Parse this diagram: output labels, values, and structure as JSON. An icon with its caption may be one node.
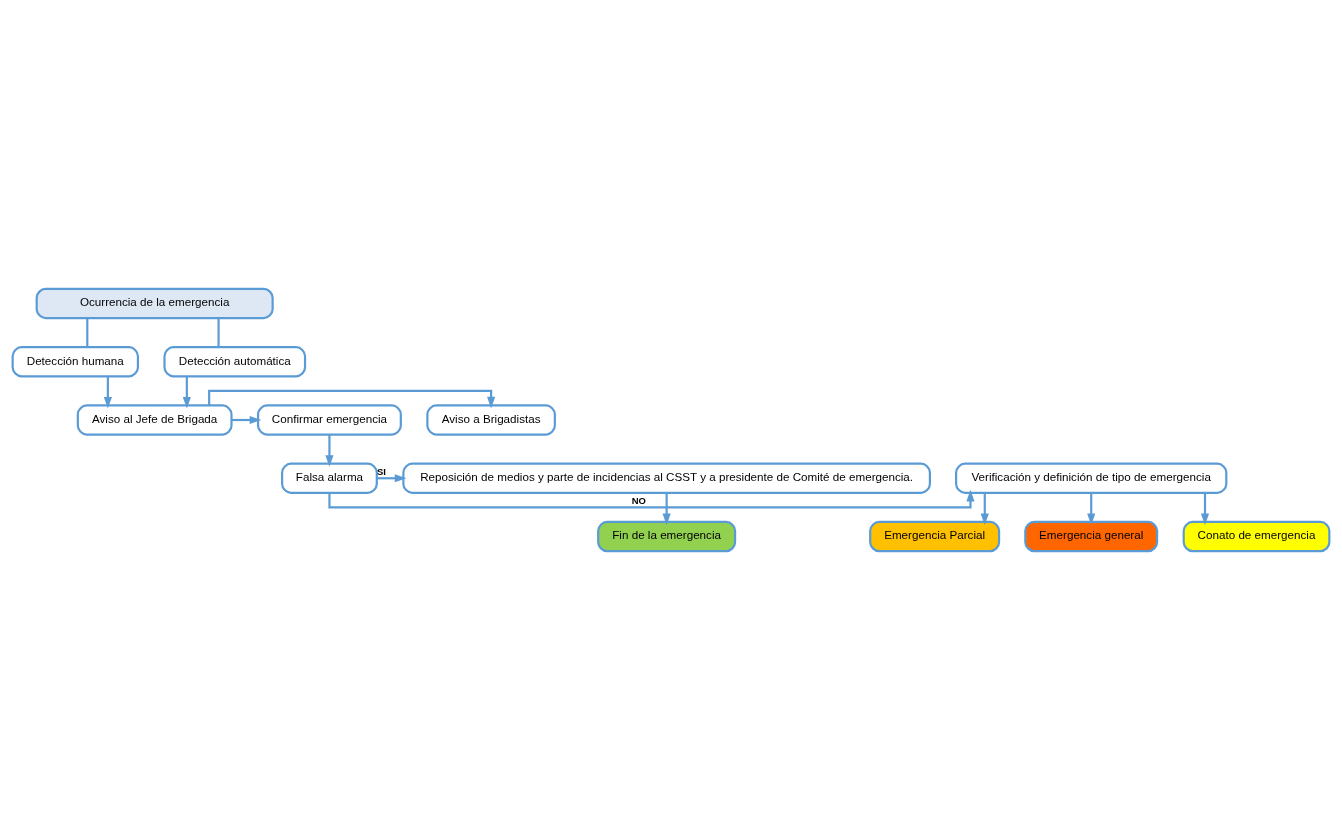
{
  "diagram": {
    "nodes": [
      {
        "text": [
          "Ocurrencia de la emergencia"
        ]
      },
      {
        "text": [
          "Detección humana"
        ]
      },
      {
        "text": [
          "Detección automática"
        ]
      },
      {
        "text": [
          "Aviso a Brigadistas"
        ]
      },
      {
        "text": [
          "Aviso al Jefe de Brigada"
        ]
      },
      {
        "text": [
          "Confirmar emergencia"
        ]
      },
      {
        "text": [
          "Verificación y definición de tipo de emergencia"
        ]
      },
      {
        "text": [
          "Falsa alarma"
        ]
      },
      {
        "text": [
          "Reposición de medios y parte de incidencias al CSST y a presidente de Comité de emergencia."
        ]
      },
      {
        "text": [
          "Conato de emergencia"
        ]
      },
      {
        "text": [
          "Emergencia Parcial"
        ]
      },
      {
        "text": [
          "Emergencia general"
        ]
      },
      {
        "text": [
          "Fin de la emergencia"
        ]
      }
    ],
    "edges": [
      {
        "from": 0,
        "to": 1,
        "arrow": "none"
      },
      {
        "from": 0,
        "to": 2,
        "arrow": "none"
      },
      {
        "from": 1,
        "to": 4,
        "arrow": "to"
      },
      {
        "from": 2,
        "to": 4,
        "arrow": "to"
      },
      {
        "from": 4,
        "to": 3,
        "arrow": "to"
      },
      {
        "from": 4,
        "to": 5,
        "arrow": "to"
      },
      {
        "from": 5,
        "to": 7,
        "arrow": "to"
      },
      {
        "from": 7,
        "to": 6,
        "arrow": "to",
        "label": "NO"
      },
      {
        "from": 7,
        "to": 8,
        "arrow": "to",
        "label": "SI"
      },
      {
        "from": 6,
        "to": 9,
        "arrow": "to"
      },
      {
        "from": 6,
        "to": 10,
        "arrow": "to"
      },
      {
        "from": 6,
        "to": 11,
        "arrow": "to"
      },
      {
        "from": 8,
        "to": 12,
        "arrow": "to"
      }
    ]
  }
}
